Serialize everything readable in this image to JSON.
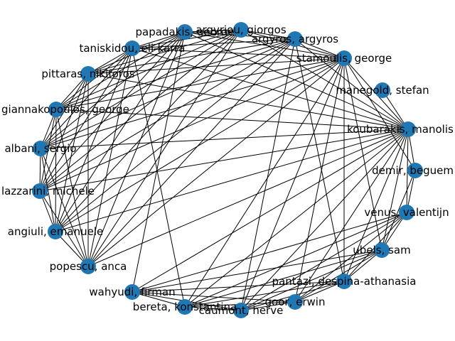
{
  "graph": {
    "node_color": "#1f77b4",
    "edge_color": "#000000",
    "nodes": [
      {
        "id": "argyriou",
        "label": "argyriou, giorgos"
      },
      {
        "id": "argyros",
        "label": "argyros, argyros"
      },
      {
        "id": "stamoulis",
        "label": "stamoulis, george"
      },
      {
        "id": "manegold",
        "label": "manegold, stefan"
      },
      {
        "id": "koubarakis",
        "label": "koubarakis, manolis"
      },
      {
        "id": "demir",
        "label": "demir, beguem"
      },
      {
        "id": "venus",
        "label": "venus, valentijn"
      },
      {
        "id": "ubels",
        "label": "ubels, sam"
      },
      {
        "id": "pantazi",
        "label": "pantazi, despina-athanasia"
      },
      {
        "id": "goor",
        "label": "goor, erwin"
      },
      {
        "id": "caumont",
        "label": "caumont, herve"
      },
      {
        "id": "bereta",
        "label": "bereta, konstantina"
      },
      {
        "id": "wahyudi",
        "label": "wahyudi, firman"
      },
      {
        "id": "popescu",
        "label": "popescu, anca"
      },
      {
        "id": "angiuli",
        "label": "angiuli, emanuele"
      },
      {
        "id": "lazzarini",
        "label": "lazzarini, michele"
      },
      {
        "id": "albani",
        "label": "albani, sergio"
      },
      {
        "id": "giannakopoulos",
        "label": "giannakopoulos, george"
      },
      {
        "id": "pittaras",
        "label": "pittaras, nikiforos"
      },
      {
        "id": "taniskidou",
        "label": "taniskidou, eli-karra"
      },
      {
        "id": "papadakis",
        "label": "papadakis, george"
      }
    ],
    "edges": [
      [
        "koubarakis",
        "argyriou"
      ],
      [
        "koubarakis",
        "argyros"
      ],
      [
        "koubarakis",
        "stamoulis"
      ],
      [
        "koubarakis",
        "manegold"
      ],
      [
        "koubarakis",
        "demir"
      ],
      [
        "koubarakis",
        "venus"
      ],
      [
        "koubarakis",
        "ubels"
      ],
      [
        "koubarakis",
        "pantazi"
      ],
      [
        "koubarakis",
        "goor"
      ],
      [
        "koubarakis",
        "caumont"
      ],
      [
        "koubarakis",
        "bereta"
      ],
      [
        "koubarakis",
        "wahyudi"
      ],
      [
        "koubarakis",
        "popescu"
      ],
      [
        "koubarakis",
        "angiuli"
      ],
      [
        "koubarakis",
        "lazzarini"
      ],
      [
        "koubarakis",
        "albani"
      ],
      [
        "koubarakis",
        "giannakopoulos"
      ],
      [
        "koubarakis",
        "pittaras"
      ],
      [
        "koubarakis",
        "taniskidou"
      ],
      [
        "koubarakis",
        "papadakis"
      ],
      [
        "argyros",
        "argyriou"
      ],
      [
        "argyros",
        "stamoulis"
      ],
      [
        "argyros",
        "papadakis"
      ],
      [
        "argyros",
        "taniskidou"
      ],
      [
        "argyros",
        "pittaras"
      ],
      [
        "argyros",
        "giannakopoulos"
      ],
      [
        "argyros",
        "albani"
      ],
      [
        "argyros",
        "lazzarini"
      ],
      [
        "argyros",
        "angiuli"
      ],
      [
        "argyros",
        "popescu"
      ],
      [
        "argyros",
        "pantazi"
      ],
      [
        "argyros",
        "caumont"
      ],
      [
        "stamoulis",
        "argyriou"
      ],
      [
        "stamoulis",
        "papadakis"
      ],
      [
        "stamoulis",
        "taniskidou"
      ],
      [
        "stamoulis",
        "pittaras"
      ],
      [
        "stamoulis",
        "giannakopoulos"
      ],
      [
        "stamoulis",
        "albani"
      ],
      [
        "stamoulis",
        "lazzarini"
      ],
      [
        "stamoulis",
        "angiuli"
      ],
      [
        "stamoulis",
        "popescu"
      ],
      [
        "stamoulis",
        "demir"
      ],
      [
        "stamoulis",
        "ubels"
      ],
      [
        "stamoulis",
        "pantazi"
      ],
      [
        "stamoulis",
        "goor"
      ],
      [
        "stamoulis",
        "bereta"
      ],
      [
        "stamoulis",
        "caumont"
      ],
      [
        "argyriou",
        "papadakis"
      ],
      [
        "argyriou",
        "taniskidou"
      ],
      [
        "argyriou",
        "pittaras"
      ],
      [
        "argyriou",
        "giannakopoulos"
      ],
      [
        "argyriou",
        "albani"
      ],
      [
        "argyriou",
        "lazzarini"
      ],
      [
        "argyriou",
        "angiuli"
      ],
      [
        "argyriou",
        "popescu"
      ],
      [
        "papadakis",
        "taniskidou"
      ],
      [
        "papadakis",
        "pittaras"
      ],
      [
        "papadakis",
        "giannakopoulos"
      ],
      [
        "papadakis",
        "albani"
      ],
      [
        "papadakis",
        "lazzarini"
      ],
      [
        "papadakis",
        "angiuli"
      ],
      [
        "papadakis",
        "popescu"
      ],
      [
        "papadakis",
        "wahyudi"
      ],
      [
        "taniskidou",
        "pittaras"
      ],
      [
        "taniskidou",
        "giannakopoulos"
      ],
      [
        "taniskidou",
        "albani"
      ],
      [
        "taniskidou",
        "lazzarini"
      ],
      [
        "taniskidou",
        "angiuli"
      ],
      [
        "taniskidou",
        "popescu"
      ],
      [
        "taniskidou",
        "bereta"
      ],
      [
        "pittaras",
        "giannakopoulos"
      ],
      [
        "pittaras",
        "albani"
      ],
      [
        "pittaras",
        "lazzarini"
      ],
      [
        "pittaras",
        "angiuli"
      ],
      [
        "pittaras",
        "popescu"
      ],
      [
        "giannakopoulos",
        "albani"
      ],
      [
        "giannakopoulos",
        "lazzarini"
      ],
      [
        "giannakopoulos",
        "angiuli"
      ],
      [
        "giannakopoulos",
        "popescu"
      ],
      [
        "albani",
        "lazzarini"
      ],
      [
        "albani",
        "angiuli"
      ],
      [
        "albani",
        "popescu"
      ],
      [
        "lazzarini",
        "angiuli"
      ],
      [
        "lazzarini",
        "popescu"
      ],
      [
        "angiuli",
        "popescu"
      ],
      [
        "venus",
        "demir"
      ],
      [
        "venus",
        "ubels"
      ],
      [
        "venus",
        "pantazi"
      ],
      [
        "venus",
        "goor"
      ],
      [
        "venus",
        "caumont"
      ],
      [
        "venus",
        "bereta"
      ],
      [
        "venus",
        "wahyudi"
      ],
      [
        "ubels",
        "pantazi"
      ],
      [
        "ubels",
        "goor"
      ],
      [
        "ubels",
        "caumont"
      ],
      [
        "ubels",
        "bereta"
      ],
      [
        "ubels",
        "wahyudi"
      ],
      [
        "pantazi",
        "goor"
      ],
      [
        "pantazi",
        "caumont"
      ],
      [
        "pantazi",
        "bereta"
      ],
      [
        "pantazi",
        "wahyudi"
      ],
      [
        "goor",
        "caumont"
      ],
      [
        "goor",
        "bereta"
      ],
      [
        "goor",
        "wahyudi"
      ],
      [
        "caumont",
        "bereta"
      ],
      [
        "caumont",
        "wahyudi"
      ],
      [
        "bereta",
        "wahyudi"
      ],
      [
        "demir",
        "ubels"
      ]
    ]
  }
}
